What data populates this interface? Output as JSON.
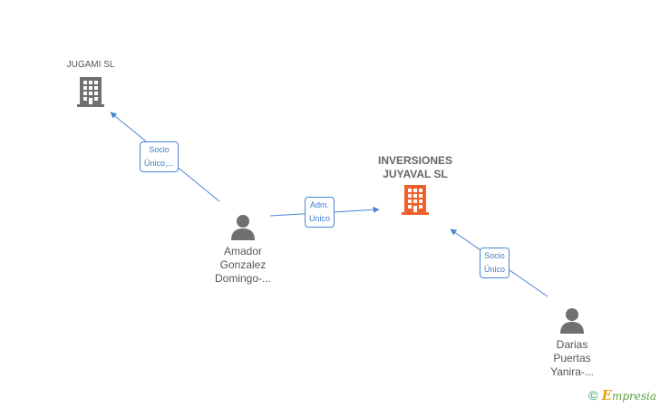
{
  "nodes": {
    "jugami": {
      "label": "JUGAMI SL",
      "type": "company",
      "color": "#707070"
    },
    "inversiones": {
      "label_line1": "INVERSIONES",
      "label_line2": "JUYAVAL SL",
      "type": "company",
      "color": "#f0602a"
    },
    "amador": {
      "line1": "Amador",
      "line2": "Gonzalez",
      "line3": "Domingo-...",
      "type": "person",
      "color": "#707070"
    },
    "darias": {
      "line1": "Darias",
      "line2": "Puertas",
      "line3": "Yanira-...",
      "type": "person",
      "color": "#707070"
    }
  },
  "edges": {
    "amador_jugami": {
      "line1": "Socio",
      "line2": "Único,..."
    },
    "amador_inversiones": {
      "line1": "Adm.",
      "line2": "Unico"
    },
    "darias_inversiones": {
      "line1": "Socio",
      "line2": "Único"
    }
  },
  "colors": {
    "edge": "#4a86d4"
  },
  "footer": {
    "copyright": "©",
    "brand_first": "E",
    "brand_rest": "mpresia"
  }
}
